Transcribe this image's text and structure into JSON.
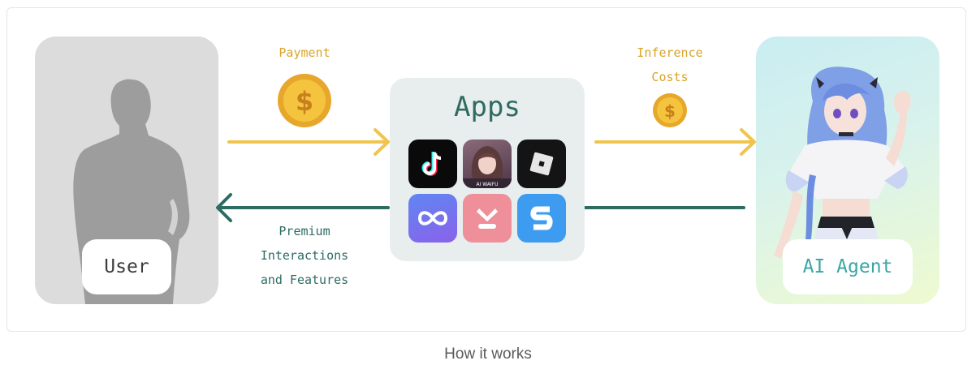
{
  "diagram": {
    "user_label": "User",
    "agent_label": "AI Agent",
    "apps_title": "Apps",
    "payment_label": "Payment",
    "inference_label_line1": "Inference",
    "inference_label_line2": "Costs",
    "premium_line1": "Premium",
    "premium_line2": "Interactions",
    "premium_line3": "and Features",
    "ai_waifu_label": "AI WAIFU",
    "currency_symbol": "$",
    "caption": "How it works"
  },
  "apps": [
    {
      "name": "tiktok",
      "icon": "tiktok-icon",
      "bg": "#0a0a0a"
    },
    {
      "name": "ai-waifu",
      "icon": "ai-waifu-icon",
      "bg": "#6a4a5c"
    },
    {
      "name": "roblox",
      "icon": "roblox-icon",
      "bg": "#141414"
    },
    {
      "name": "infinity-app",
      "icon": "infinity-icon",
      "bg": "#6f6cf0"
    },
    {
      "name": "heart-app",
      "icon": "heart-dash-icon",
      "bg": "#ee8f9a"
    },
    {
      "name": "s-app",
      "icon": "s-letter-icon",
      "bg": "#3e9cf0"
    }
  ],
  "colors": {
    "gold": "#f0c44e",
    "teal": "#2d6b63",
    "user_card": "#dcdcdc"
  }
}
